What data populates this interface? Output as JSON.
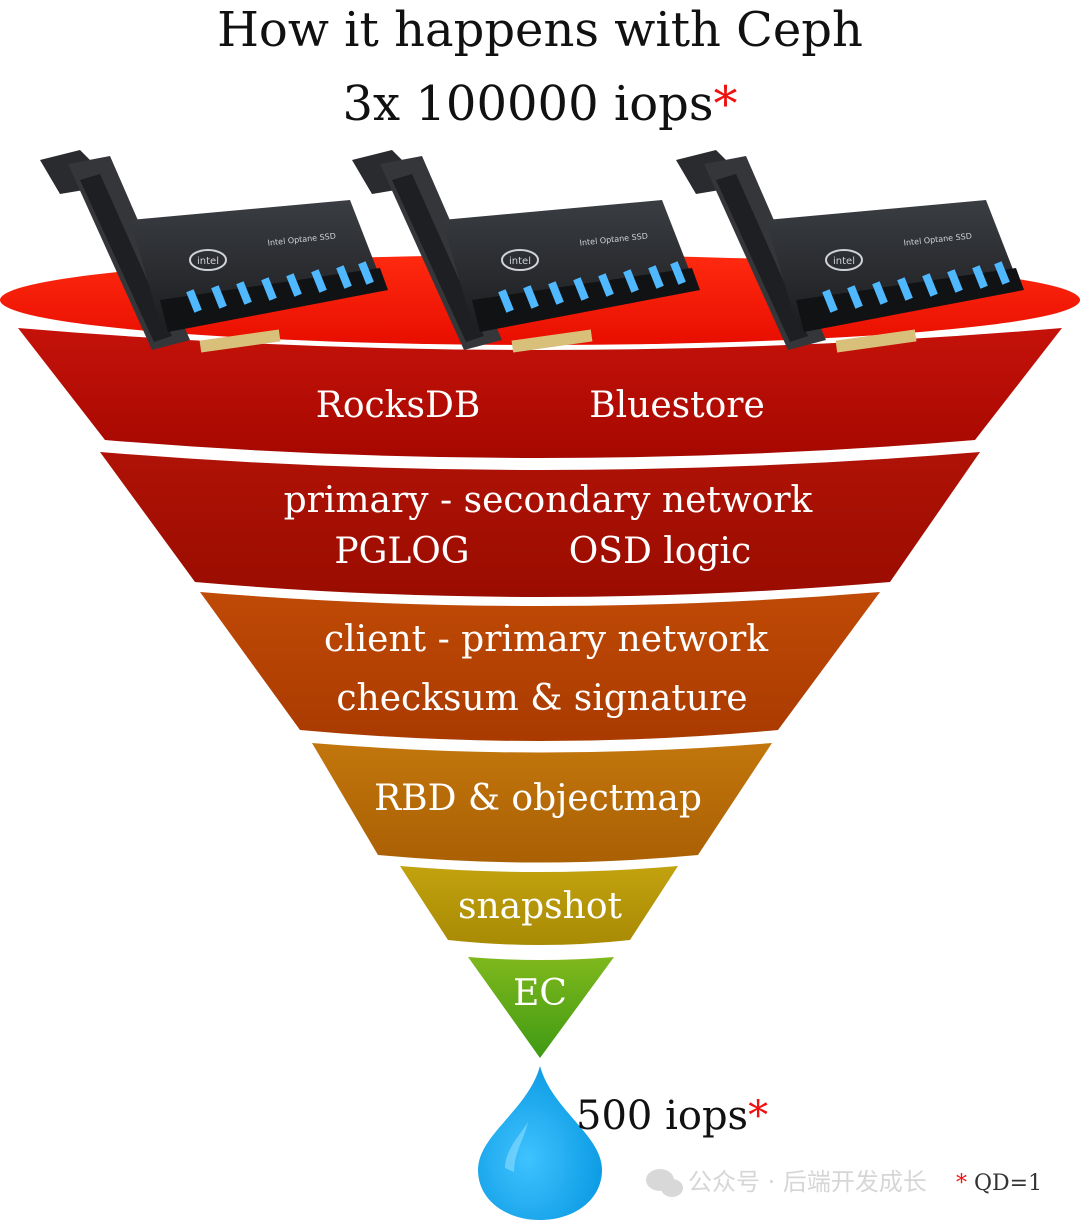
{
  "title": {
    "line1": "How it happens with Ceph",
    "line2": "3x 100000 iops",
    "line2_mark": "*"
  },
  "hardware": {
    "cards": [
      {
        "logo": "intel",
        "model": "Intel Optane SSD"
      },
      {
        "logo": "intel",
        "model": "Intel Optane SSD"
      },
      {
        "logo": "intel",
        "model": "Intel Optane SSD"
      }
    ]
  },
  "funnel": {
    "layers": [
      {
        "lines": [
          "RocksDB          Bluestore"
        ],
        "color": "#b30c00"
      },
      {
        "lines": [
          "primary - secondary network",
          "PGLOG          OSD logic"
        ],
        "color": "#a30f02"
      },
      {
        "lines": [
          "client - primary network",
          "checksum & signature"
        ],
        "color": "#b44000"
      },
      {
        "lines": [
          "RBD & objectmap"
        ],
        "color": "#b56706"
      },
      {
        "lines": [
          "snapshot"
        ],
        "color": "#b09206"
      },
      {
        "lines": [
          "EC"
        ],
        "color": "#5aa020"
      }
    ],
    "rim_color": "#ff1500"
  },
  "output": {
    "label": "500 iops",
    "mark": "*",
    "drop_color": "#12a8f0"
  },
  "footnote": {
    "mark": "*",
    "text": "QD=1"
  },
  "watermark": {
    "text": "公众号 · 后端开发成长"
  }
}
